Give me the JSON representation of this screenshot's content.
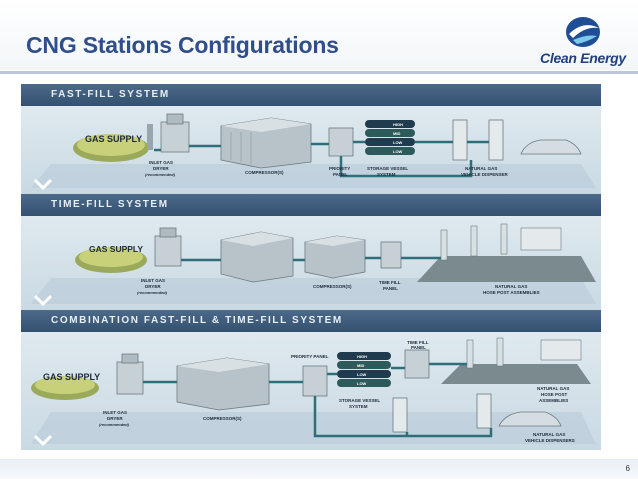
{
  "slide": {
    "title": "CNG Stations Configurations",
    "brand": "Clean Energy",
    "page_number": "6"
  },
  "sections": [
    {
      "title": "FAST-FILL SYSTEM",
      "labels": {
        "gas_supply": "GAS SUPPLY",
        "dryer_line1": "INLET GAS",
        "dryer_line2": "DRYER",
        "dryer_line3": "(recommended)",
        "compressor": "COMPRESSOR(S)",
        "priority_line1": "PRIORITY",
        "priority_line2": "PANEL",
        "storage_line1": "STORAGE VESSEL",
        "storage_line2": "SYSTEM",
        "dispenser_line1": "NATURAL GAS",
        "dispenser_line2": "VEHICLE DISPENSER",
        "tanks": [
          "HIGH",
          "MID",
          "LOW",
          "LOW"
        ]
      }
    },
    {
      "title": "TIME-FILL SYSTEM",
      "labels": {
        "gas_supply": "GAS SUPPLY",
        "dryer_line1": "INLET GAS",
        "dryer_line2": "DRYER",
        "dryer_line3": "(recommended)",
        "compressor": "COMPRESSOR(S)",
        "panel_line1": "TIME FILL",
        "panel_line2": "PANEL",
        "hose_line1": "NATURAL GAS",
        "hose_line2": "HOSE POST ASSEMBLIES"
      }
    },
    {
      "title": "COMBINATION FAST-FILL & TIME-FILL SYSTEM",
      "labels": {
        "gas_supply": "GAS SUPPLY",
        "dryer_line1": "INLET GAS",
        "dryer_line2": "DRYER",
        "dryer_line3": "(recommended)",
        "compressor": "COMPRESSOR(S)",
        "priority": "PRIORITY PANEL",
        "panel_line1": "TIME FILL",
        "panel_line2": "PANEL",
        "storage_line1": "STORAGE VESSEL",
        "storage_line2": "SYSTEM",
        "hose_line1": "NATURAL GAS",
        "hose_line2": "HOSE POST",
        "hose_line3": "ASSEMBLIES",
        "dispenser_line1": "NATURAL GAS",
        "dispenser_line2": "VEHICLE DISPENSERS",
        "tanks": [
          "HIGH",
          "MID",
          "LOW",
          "LOW"
        ]
      }
    }
  ],
  "colors": {
    "title": "#2f4e8a",
    "section_bar": "#3d5b7c",
    "pipe": "#2f6f7a",
    "equipment": "#b7c3c9",
    "tank": "#1f3b4d"
  }
}
